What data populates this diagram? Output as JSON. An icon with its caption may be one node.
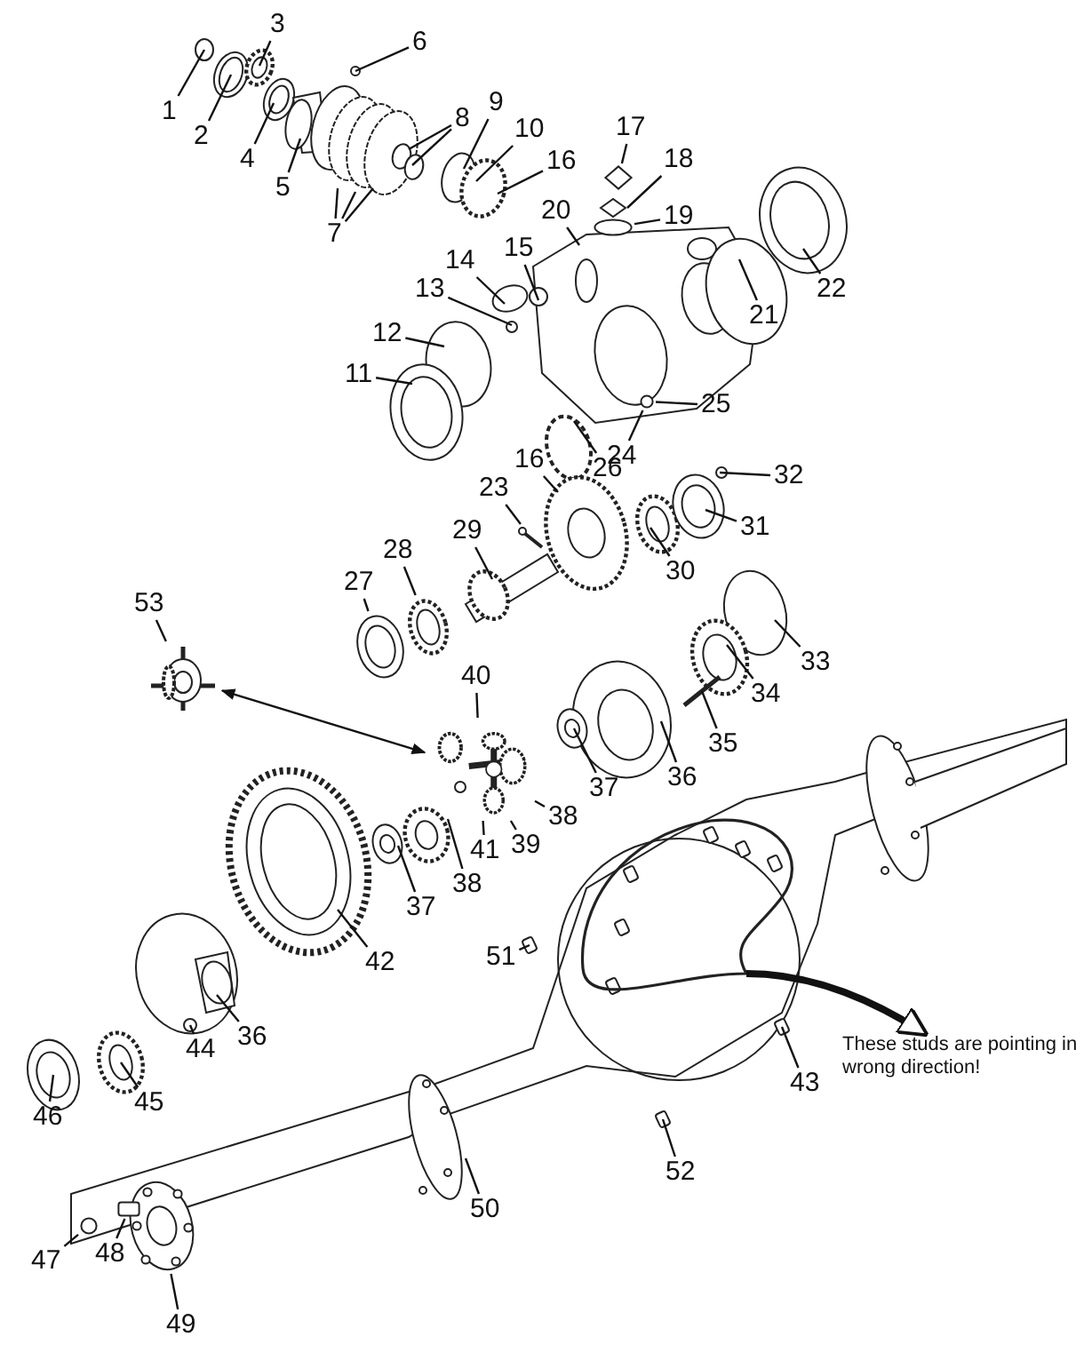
{
  "diagram": {
    "nodes": [
      {
        "text": [
          "1"
        ]
      },
      {
        "text": [
          "2"
        ]
      },
      {
        "text": [
          "3"
        ]
      },
      {
        "text": [
          "4"
        ]
      },
      {
        "text": [
          "5"
        ]
      },
      {
        "text": [
          "6"
        ]
      },
      {
        "text": [
          "7"
        ]
      },
      {
        "text": [
          "8"
        ]
      },
      {
        "text": [
          "9"
        ]
      },
      {
        "text": [
          "10"
        ]
      },
      {
        "text": [
          "16"
        ]
      },
      {
        "text": [
          "17"
        ]
      },
      {
        "text": [
          "18"
        ]
      },
      {
        "text": [
          "19"
        ]
      },
      {
        "text": [
          "20"
        ]
      },
      {
        "text": [
          "22"
        ]
      },
      {
        "text": [
          "14"
        ]
      },
      {
        "text": [
          "15"
        ]
      },
      {
        "text": [
          "21"
        ]
      },
      {
        "text": [
          "13"
        ]
      },
      {
        "text": [
          "12"
        ]
      },
      {
        "text": [
          "11"
        ]
      },
      {
        "text": [
          "25"
        ]
      },
      {
        "text": [
          "24"
        ]
      },
      {
        "text": [
          "26"
        ]
      },
      {
        "text": [
          "16"
        ]
      },
      {
        "text": [
          "32"
        ]
      },
      {
        "text": [
          "23"
        ]
      },
      {
        "text": [
          "29"
        ]
      },
      {
        "text": [
          "31"
        ]
      },
      {
        "text": [
          "28"
        ]
      },
      {
        "text": [
          "30"
        ]
      },
      {
        "text": [
          "27"
        ]
      },
      {
        "text": [
          "53"
        ]
      },
      {
        "text": [],
        "shape": "picture"
      },
      {
        "text": [
          "33"
        ]
      },
      {
        "text": [
          "34"
        ]
      },
      {
        "text": [
          "40"
        ]
      },
      {
        "text": [
          "35"
        ]
      },
      {
        "text": [
          "36"
        ]
      },
      {
        "text": [
          "37"
        ]
      },
      {
        "text": [],
        "shape": "picture"
      },
      {
        "text": [
          "38"
        ]
      },
      {
        "text": [
          "39"
        ]
      },
      {
        "text": [
          "41"
        ]
      },
      {
        "text": [
          "38"
        ]
      },
      {
        "text": [
          "37"
        ]
      },
      {
        "text": [
          "42"
        ]
      },
      {
        "text": [
          "51"
        ]
      },
      {
        "text": [
          "36"
        ]
      },
      {
        "text": [
          "44"
        ]
      },
      {
        "text": [
          "45"
        ]
      },
      {
        "text": [
          "46"
        ]
      },
      {
        "text": [
          "43"
        ]
      },
      {
        "text": [
          "These studs are pointing in wrong direction!"
        ]
      },
      {
        "text": [
          "52"
        ]
      },
      {
        "text": [
          "50"
        ]
      },
      {
        "text": [
          "47"
        ]
      },
      {
        "text": [
          "48"
        ]
      },
      {
        "text": [
          "49"
        ]
      },
      {
        "text": [],
        "shape": "picture"
      },
      {
        "text": [],
        "shape": "circle"
      },
      {
        "text": [],
        "shape": "circle"
      },
      {
        "text": [],
        "shape": "picture"
      },
      {
        "text": [],
        "shape": "picture"
      },
      {
        "text": [],
        "shape": "circle"
      },
      {
        "text": [],
        "shape": "picture"
      },
      {
        "text": [],
        "shape": "box"
      },
      {
        "text": [],
        "shape": "diamond"
      },
      {
        "text": [],
        "shape": "picture"
      }
    ],
    "edges": [
      {
        "from": 0,
        "to": null,
        "arrow": "none"
      },
      {
        "from": 1,
        "to": null,
        "arrow": "none"
      },
      {
        "from": 2,
        "to": null,
        "arrow": "none"
      },
      {
        "from": 3,
        "to": null,
        "arrow": "none"
      },
      {
        "from": 4,
        "to": null,
        "arrow": "none"
      },
      {
        "from": 5,
        "to": null,
        "arrow": "none"
      },
      {
        "from": 6,
        "to": null,
        "arrow": "none"
      },
      {
        "from": 6,
        "to": null,
        "arrow": "none"
      },
      {
        "from": 6,
        "to": null,
        "arrow": "none"
      },
      {
        "from": 7,
        "to": null,
        "arrow": "none"
      },
      {
        "from": 7,
        "to": null,
        "arrow": "none"
      },
      {
        "from": 8,
        "to": null,
        "arrow": "none"
      },
      {
        "from": 9,
        "to": null,
        "arrow": "none"
      },
      {
        "from": 10,
        "to": null,
        "arrow": "none"
      },
      {
        "from": 11,
        "to": 68,
        "arrow": "none"
      },
      {
        "from": 12,
        "to": 60,
        "arrow": "none"
      },
      {
        "from": 13,
        "to": 61,
        "arrow": "none"
      },
      {
        "from": 14,
        "to": null,
        "arrow": "none"
      },
      {
        "from": 15,
        "to": null,
        "arrow": "none"
      },
      {
        "from": 16,
        "to": null,
        "arrow": "none"
      },
      {
        "from": 17,
        "to": null,
        "arrow": "none"
      },
      {
        "from": 18,
        "to": null,
        "arrow": "none"
      },
      {
        "from": 19,
        "to": null,
        "arrow": "none"
      },
      {
        "from": 20,
        "to": null,
        "arrow": "none"
      },
      {
        "from": 21,
        "to": null,
        "arrow": "none"
      },
      {
        "from": 22,
        "to": 62,
        "arrow": "none"
      },
      {
        "from": 23,
        "to": 62,
        "arrow": "none"
      },
      {
        "from": 24,
        "to": null,
        "arrow": "none"
      },
      {
        "from": 25,
        "to": null,
        "arrow": "none"
      },
      {
        "from": 26,
        "to": null,
        "arrow": "none"
      },
      {
        "from": 27,
        "to": 63,
        "arrow": "none"
      },
      {
        "from": 28,
        "to": null,
        "arrow": "none"
      },
      {
        "from": 29,
        "to": null,
        "arrow": "none"
      },
      {
        "from": 30,
        "to": 64,
        "arrow": "none"
      },
      {
        "from": 31,
        "to": null,
        "arrow": "none"
      },
      {
        "from": 32,
        "to": 69,
        "arrow": "none"
      },
      {
        "from": 33,
        "to": 34,
        "arrow": "none"
      },
      {
        "from": 35,
        "to": null,
        "arrow": "none"
      },
      {
        "from": 36,
        "to": null,
        "arrow": "none"
      },
      {
        "from": 37,
        "to": 41,
        "arrow": "none"
      },
      {
        "from": 38,
        "to": null,
        "arrow": "none"
      },
      {
        "from": 39,
        "to": null,
        "arrow": "none"
      },
      {
        "from": 40,
        "to": null,
        "arrow": "none"
      },
      {
        "from": 42,
        "to": 41,
        "arrow": "none"
      },
      {
        "from": 43,
        "to": 41,
        "arrow": "none"
      },
      {
        "from": 44,
        "to": 41,
        "arrow": "none"
      },
      {
        "from": 45,
        "to": 41,
        "arrow": "none"
      },
      {
        "from": 46,
        "to": null,
        "arrow": "none"
      },
      {
        "from": 47,
        "to": null,
        "arrow": "none"
      },
      {
        "from": 48,
        "to": null,
        "arrow": "none"
      },
      {
        "from": 49,
        "to": null,
        "arrow": "none"
      },
      {
        "from": 50,
        "to": null,
        "arrow": "none"
      },
      {
        "from": 51,
        "to": null,
        "arrow": "none"
      },
      {
        "from": 52,
        "to": null,
        "arrow": "none"
      },
      {
        "from": 53,
        "to": null,
        "arrow": "none"
      },
      {
        "from": 55,
        "to": null,
        "arrow": "none"
      },
      {
        "from": 56,
        "to": null,
        "arrow": "none"
      },
      {
        "from": 57,
        "to": 65,
        "arrow": "none"
      },
      {
        "from": 58,
        "to": 67,
        "arrow": "none"
      },
      {
        "from": 59,
        "to": 66,
        "arrow": "none"
      },
      {
        "from": 34,
        "to": 41,
        "arrow": "both"
      },
      {
        "from": null,
        "to": 54,
        "arrow": "to",
        "style": "thick"
      }
    ]
  }
}
